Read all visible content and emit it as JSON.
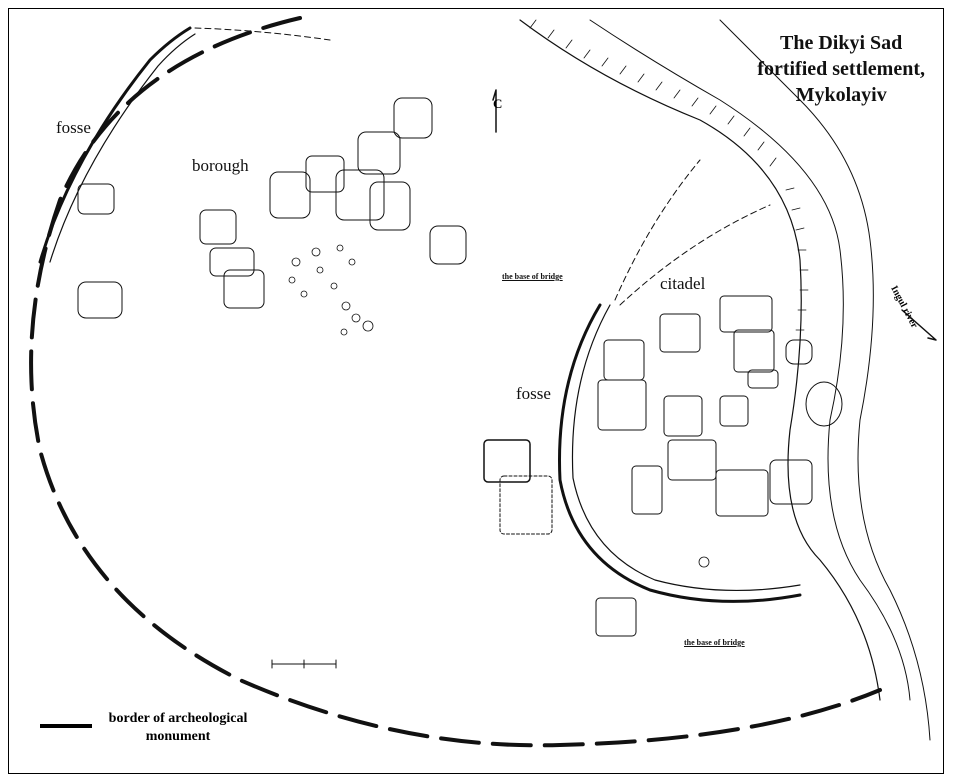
{
  "title": {
    "line1": "The Dikyi Sad",
    "line2": "fortified settlement,",
    "line3": "Mykolayiv"
  },
  "labels": {
    "fosse_west": "fosse",
    "borough": "borough",
    "citadel": "citadel",
    "fosse_east": "fosse",
    "bridge_top": "the base of bridge",
    "bridge_bottom": "the base of bridge",
    "river": "Ingul river",
    "north": "C"
  },
  "legend": {
    "line1": "border of archeological",
    "line2": "monument"
  },
  "colors": {
    "ink": "#111111",
    "background": "#ffffff"
  }
}
